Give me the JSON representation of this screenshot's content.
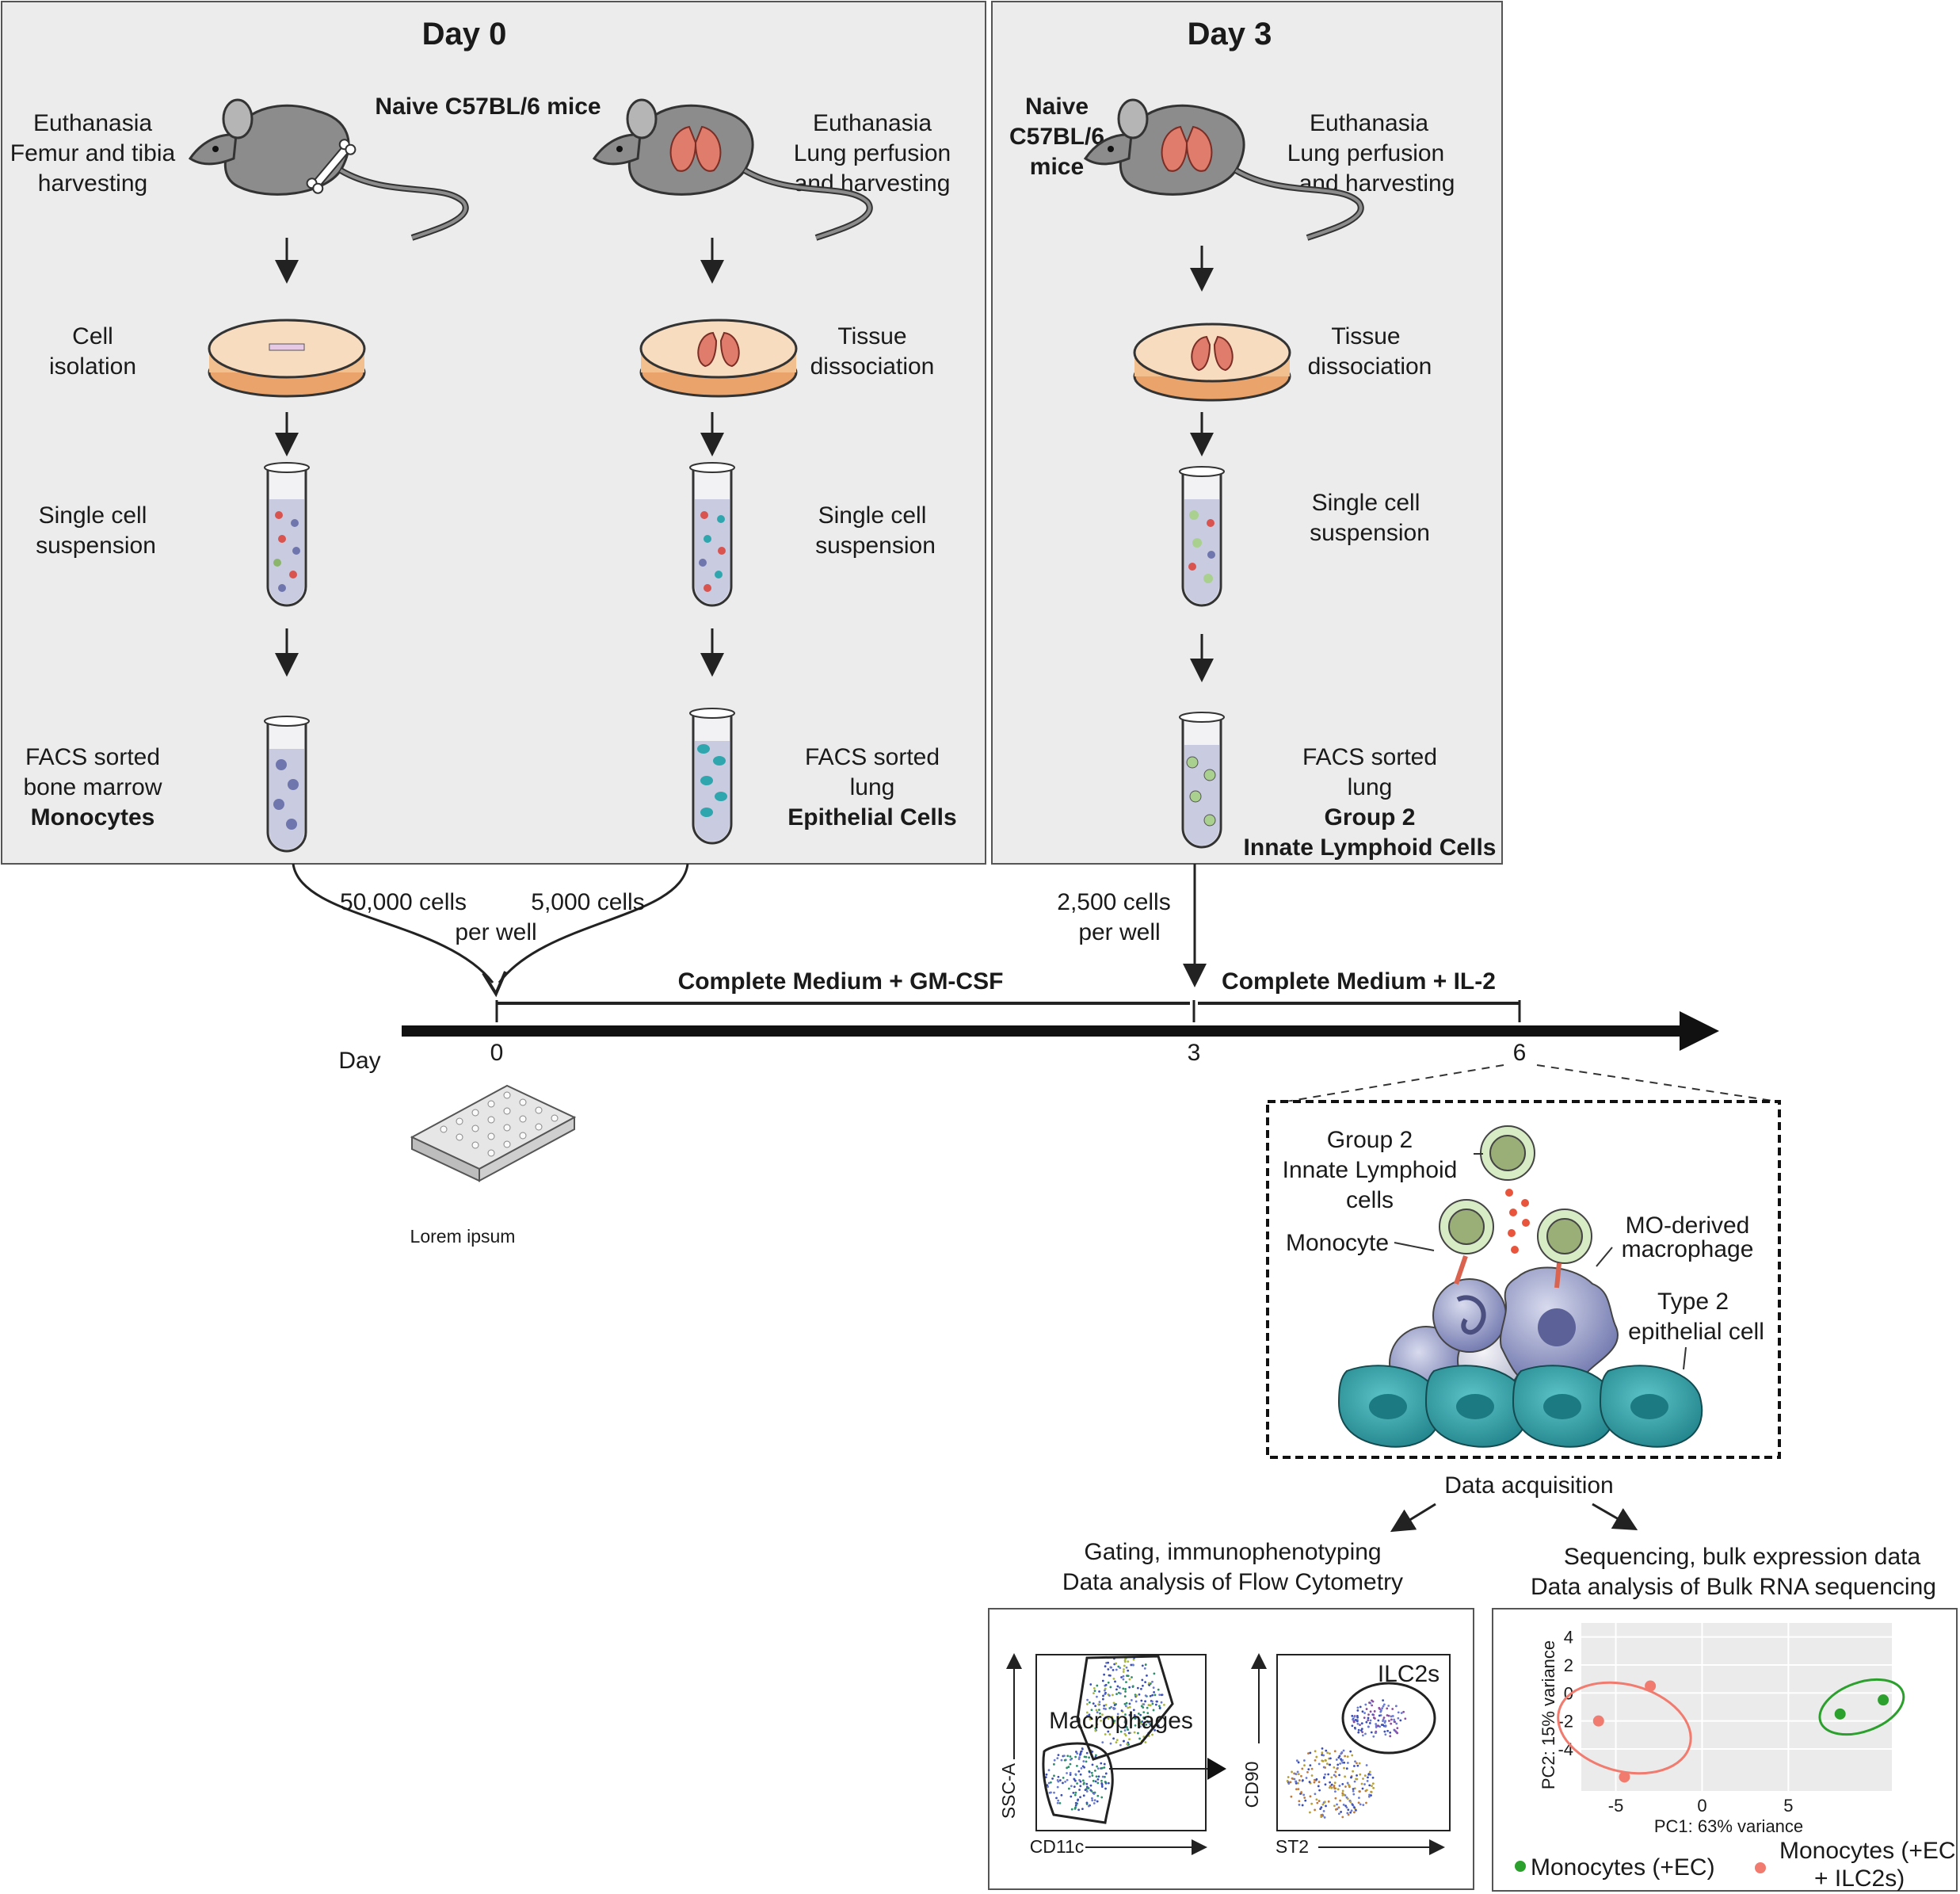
{
  "day0": {
    "title": "Day 0",
    "mice": "Naive C57BL/6 mice",
    "left": {
      "step1": [
        "Euthanasia",
        "Femur and tibia",
        "harvesting"
      ],
      "step2": [
        "Cell",
        "isolation"
      ],
      "step3": [
        "Single cell",
        "suspension"
      ],
      "step4": [
        "FACS sorted",
        "bone marrow",
        "Monocytes"
      ]
    },
    "right": {
      "step1": [
        "Euthanasia",
        "Lung perfusion",
        "and harvesting"
      ],
      "step2": [
        "Tissue",
        "dissociation"
      ],
      "step3": [
        "Single cell",
        "suspension"
      ],
      "step4": [
        "FACS sorted",
        "lung",
        "Epithelial Cells"
      ]
    }
  },
  "day3": {
    "title": "Day 3",
    "mice": [
      "Naive",
      "C57BL/6",
      "mice"
    ],
    "step1": [
      "Euthanasia",
      "Lung perfusion",
      "and harvesting"
    ],
    "step2": [
      "Tissue",
      "dissociation"
    ],
    "step3": [
      "Single cell",
      "suspension"
    ],
    "step4": [
      "FACS sorted",
      "lung",
      "Group 2",
      "Innate Lymphoid Cells"
    ]
  },
  "seeding": {
    "mono": "50,000 cells",
    "epi": "5,000 cells",
    "per_well": "per well",
    "ilc": "2,500 cells",
    "ilc_per_well": "per well"
  },
  "timeline": {
    "medium1": "Complete Medium + GM-CSF",
    "medium2": "Complete Medium + IL-2",
    "day_label": "Day",
    "ticks": [
      "0",
      "3",
      "6"
    ],
    "plate_label": "Lorem ipsum"
  },
  "culture": {
    "ilc2": [
      "Group 2",
      "Innate Lymphoid",
      "cells"
    ],
    "monocyte": "Monocyte",
    "macrophage": [
      "MO-derived",
      "macrophage"
    ],
    "epithelial": [
      "Type 2",
      "epithelial cell"
    ]
  },
  "analysis": {
    "acquisition": "Data acquisition",
    "flow": [
      "Gating, immunophenotyping",
      "Data analysis of Flow Cytometry"
    ],
    "rna": [
      "Sequencing, bulk expression data",
      "Data analysis of Bulk RNA sequencing"
    ]
  },
  "flow_plots": {
    "plot1": {
      "ylabel": "SSC-A",
      "xlabel": "CD11c",
      "gate": "Macrophages"
    },
    "plot2": {
      "ylabel": "CD90",
      "xlabel": "ST2",
      "gate": "ILC2s"
    }
  },
  "colors": {
    "ec_group": "#2ca02c",
    "ilc_group": "#f07b6e",
    "epithelial": "#2fa6ad",
    "monocyte": "#8a8fc2",
    "ilc": "#a9d08e",
    "lung": "#e07c6c"
  },
  "chart_data": {
    "type": "scatter",
    "title": "",
    "xlabel": "PC1: 63% variance",
    "ylabel": "PC2: 15% variance",
    "xticks": [
      "-5",
      "0",
      "5"
    ],
    "yticks": [
      "4",
      "2",
      "0",
      "-2",
      "-4"
    ],
    "xlim": [
      -7,
      11
    ],
    "ylim": [
      -7,
      5
    ],
    "series": [
      {
        "name": "Monocytes (+EC)",
        "color": "#2ca02c",
        "points": [
          [
            8.0,
            -1.5
          ],
          [
            10.5,
            -0.5
          ]
        ]
      },
      {
        "name": "Monocytes (+EC + ILC2s)",
        "color": "#f07b6e",
        "points": [
          [
            -6.0,
            -2.0
          ],
          [
            -3.0,
            0.5
          ],
          [
            -4.5,
            -6.0
          ]
        ]
      }
    ],
    "legend": [
      "Monocytes (+EC)",
      "Monocytes (+EC",
      "+ ILC2s)"
    ]
  }
}
